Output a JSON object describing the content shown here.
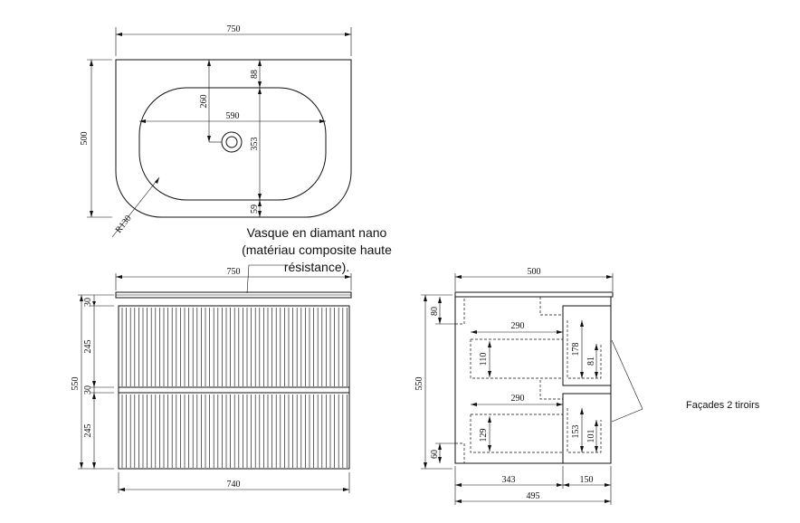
{
  "top_view": {
    "width": "750",
    "depth": "500",
    "basin_width": "590",
    "basin_depth": "353",
    "drain_offset": "260",
    "back_margin": "88",
    "front_margin": "59",
    "corner_radius": "R130"
  },
  "front_view": {
    "top_width": "750",
    "bottom_width": "740",
    "total_height": "550",
    "top_h1": "30",
    "drawer_h1": "245",
    "mid_h": "30",
    "drawer_h2": "245"
  },
  "side_view": {
    "total_depth": "500",
    "total_height": "550",
    "top_offset": "80",
    "bottom_offset": "60",
    "inner_w1": "290",
    "inner_w2": "290",
    "inner_h1": "110",
    "inner_h2": "129",
    "drawer_h1": "178",
    "drawer_h2": "153",
    "drawer_in1": "81",
    "drawer_in2": "101",
    "depth_a": "343",
    "depth_b": "150",
    "depth_c": "495"
  },
  "notes": {
    "basin": "Vasque en diamant nano (matériau composite haute résistance).",
    "drawers": "Façades 2 tiroirs"
  }
}
